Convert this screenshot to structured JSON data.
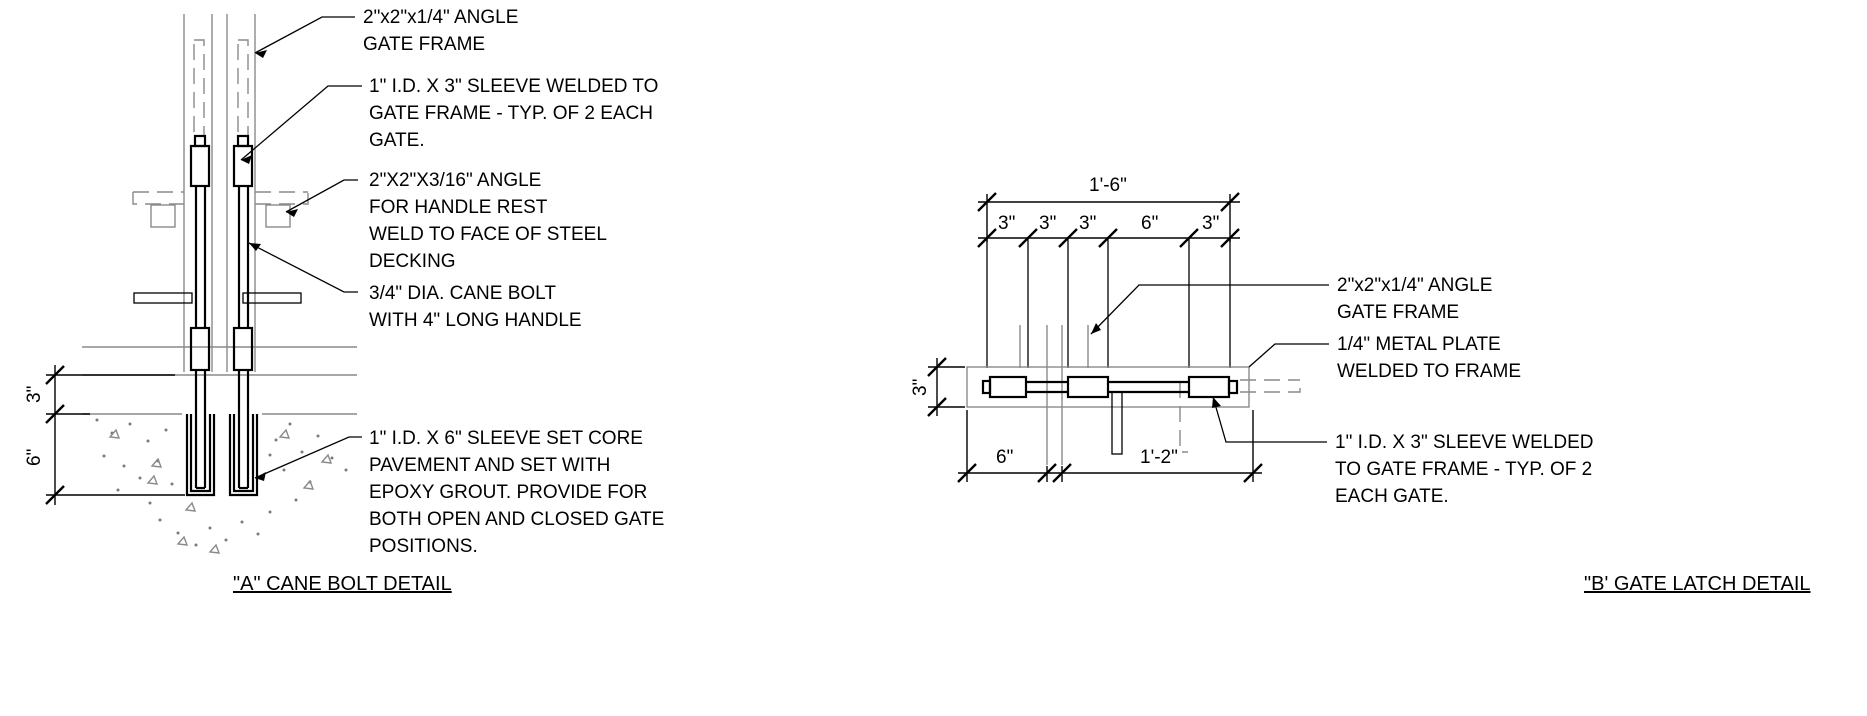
{
  "detail_a": {
    "title": "\"A\" CANE BOLT DETAIL",
    "callouts": [
      {
        "lines": [
          "2\"x2\"x1/4\" ANGLE",
          "GATE FRAME"
        ]
      },
      {
        "lines": [
          "1\" I.D. X 3\" SLEEVE WELDED TO",
          "GATE FRAME - TYP. OF 2 EACH",
          "GATE."
        ]
      },
      {
        "lines": [
          "2\"X2\"X3/16\" ANGLE",
          "FOR HANDLE REST",
          "WELD TO FACE OF STEEL",
          "DECKING"
        ]
      },
      {
        "lines": [
          "3/4\" DIA. CANE BOLT",
          "WITH 4\" LONG HANDLE"
        ]
      },
      {
        "lines": [
          "1\" I.D. X 6\" SLEEVE SET CORE",
          "PAVEMENT AND SET WITH",
          "EPOXY GROUT.  PROVIDE FOR",
          "BOTH OPEN AND CLOSED GATE",
          "POSITIONS."
        ]
      }
    ],
    "dimensions": [
      "3\"",
      "6\""
    ]
  },
  "detail_b": {
    "title": "\"B' GATE LATCH DETAIL",
    "callouts": [
      {
        "lines": [
          "2\"x2\"x1/4\" ANGLE",
          "GATE FRAME"
        ]
      },
      {
        "lines": [
          "1/4\" METAL PLATE",
          "WELDED TO FRAME"
        ]
      },
      {
        "lines": [
          "1\" I.D. X 3\" SLEEVE WELDED",
          "TO GATE FRAME - TYP. OF 2",
          "EACH GATE."
        ]
      }
    ],
    "dimensions": {
      "overall": "1'-6\"",
      "segments": [
        "3\"",
        "3\"",
        "3\"",
        "6\"",
        "3\""
      ],
      "height": "3\"",
      "bottom_left": "6\"",
      "bottom_right": "1'-2\""
    }
  }
}
